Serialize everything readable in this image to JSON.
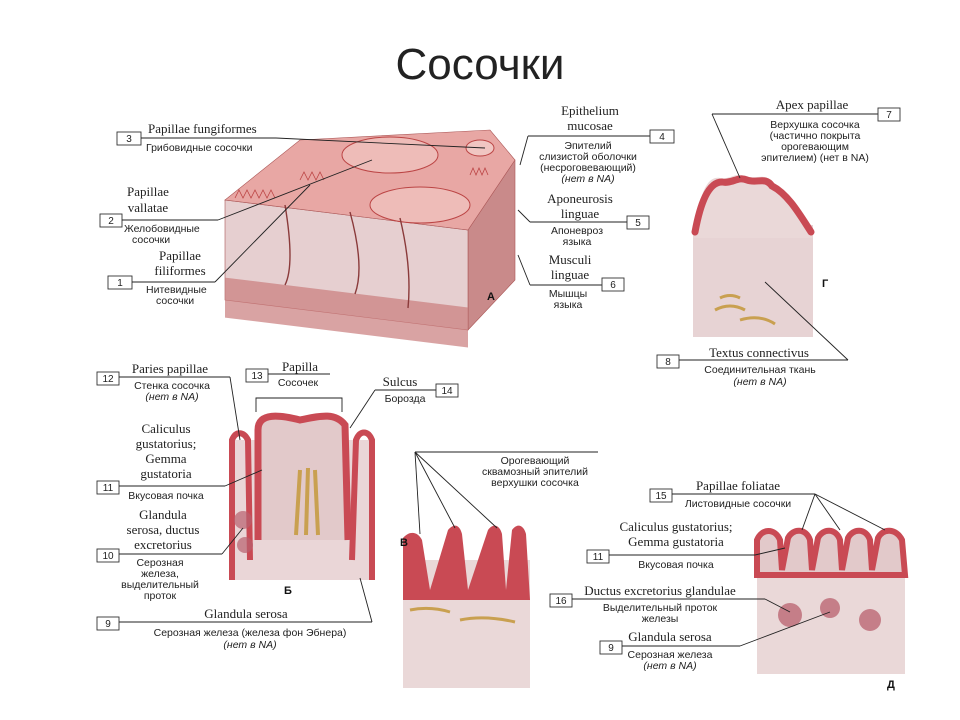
{
  "title": "Сосочки",
  "colors": {
    "epithelium": "#c94a54",
    "epithelium_light": "#e8a7a4",
    "connective": "#e9d6d6",
    "muscle": "#c97c7c",
    "gland": "#b8606e",
    "background": "#ffffff"
  },
  "panel_letters": {
    "a": "А",
    "b": "Б",
    "v": "В",
    "g": "Г",
    "d": "Д"
  },
  "labels": {
    "l1": {
      "num": "1",
      "lat": [
        "Papillae",
        "filiformes"
      ],
      "ru": [
        "Нитевидные",
        "сосочки"
      ]
    },
    "l2": {
      "num": "2",
      "lat": [
        "Papillae",
        "vallatae"
      ],
      "ru": [
        "Желобовидные",
        "сосочки"
      ]
    },
    "l3": {
      "num": "3",
      "lat": [
        "Papillae fungiformes"
      ],
      "ru": [
        "Грибовидные сосочки"
      ]
    },
    "l4": {
      "num": "4",
      "lat": [
        "Epithelium",
        "mucosae"
      ],
      "ru": [
        "Эпителий",
        "слизистой оболочки",
        "(несроговевающий)",
        "(нет в NA)"
      ]
    },
    "l5": {
      "num": "5",
      "lat": [
        "Aponeurosis",
        "linguae"
      ],
      "ru": [
        "Апоневроз",
        "языка"
      ]
    },
    "l6": {
      "num": "6",
      "lat": [
        "Musculi",
        "linguae"
      ],
      "ru": [
        "Мышцы",
        "языка"
      ]
    },
    "l7": {
      "num": "7",
      "lat": [
        "Apex papillae"
      ],
      "ru": [
        "Верхушка сосочка",
        "(частично покрыта",
        "орогевающим",
        "эпителием) (нет в NA)"
      ]
    },
    "l8": {
      "num": "8",
      "lat": [
        "Textus connectivus"
      ],
      "ru": [
        "Соединительная ткань",
        "(нет в NA)"
      ]
    },
    "l9": {
      "num": "9",
      "lat": [
        "Glandula serosa"
      ],
      "ru": [
        "Серозная железа (железа фон Эбнера)",
        "(нет в NA)"
      ]
    },
    "l10": {
      "num": "10",
      "lat": [
        "Glandula",
        "serosa, ductus",
        "excretorius"
      ],
      "ru": [
        "Серозная",
        "железа,",
        "выделительный",
        "проток"
      ]
    },
    "l11": {
      "num": "11",
      "lat": [
        "Caliculus",
        "gustatorius;",
        "Gemma",
        "gustatoria"
      ],
      "ru": [
        "Вкусовая почка"
      ]
    },
    "l12": {
      "num": "12",
      "lat": [
        "Paries papillae"
      ],
      "ru": [
        "Стенка сосочка",
        "(нет в NA)"
      ]
    },
    "l13": {
      "num": "13",
      "lat": [
        "Papilla"
      ],
      "ru": [
        "Сосочек"
      ]
    },
    "l14": {
      "num": "14",
      "lat": [
        "Sulcus"
      ],
      "ru": [
        "Борозда"
      ]
    },
    "lv": {
      "ru": [
        "Орогевающий",
        "сквамозный эпителий",
        "верхушки сосочка"
      ]
    },
    "l15": {
      "num": "15",
      "lat": [
        "Papillae foliatae"
      ],
      "ru": [
        "Листовидные сосочки"
      ]
    },
    "l11d": {
      "num": "11",
      "lat": [
        "Caliculus gustatorius;",
        "Gemma gustatoria"
      ],
      "ru": [
        "Вкусовая почка"
      ]
    },
    "l16": {
      "num": "16",
      "lat": [
        "Ductus excretorius glandulae"
      ],
      "ru": [
        "Выделительный проток",
        "железы"
      ]
    },
    "l9d": {
      "num": "9",
      "lat": [
        "Glandula serosa"
      ],
      "ru": [
        "Серозная железа",
        "(нет в NA)"
      ]
    }
  }
}
